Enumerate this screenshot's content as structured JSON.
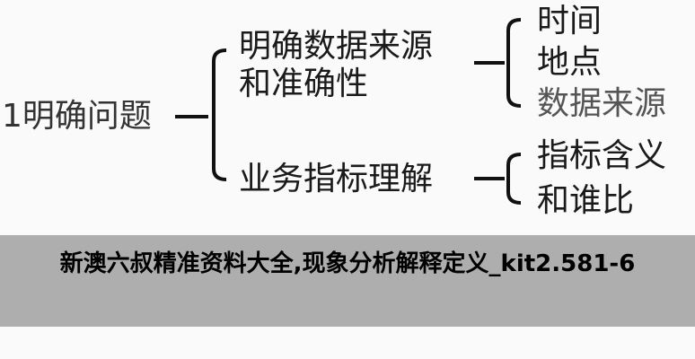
{
  "diagram": {
    "root": "1明确问题",
    "branches": [
      {
        "label_line1": "明确数据来源",
        "label_line2": "和准确性",
        "children": [
          "时间",
          "地点",
          "数据来源"
        ]
      },
      {
        "label_line1": "业务指标理解",
        "children": [
          "指标含义",
          "和谁比"
        ]
      }
    ]
  },
  "banner": {
    "title": "新澳六叔精准资料大全,现象分析解释定义_kit2.581-6"
  }
}
